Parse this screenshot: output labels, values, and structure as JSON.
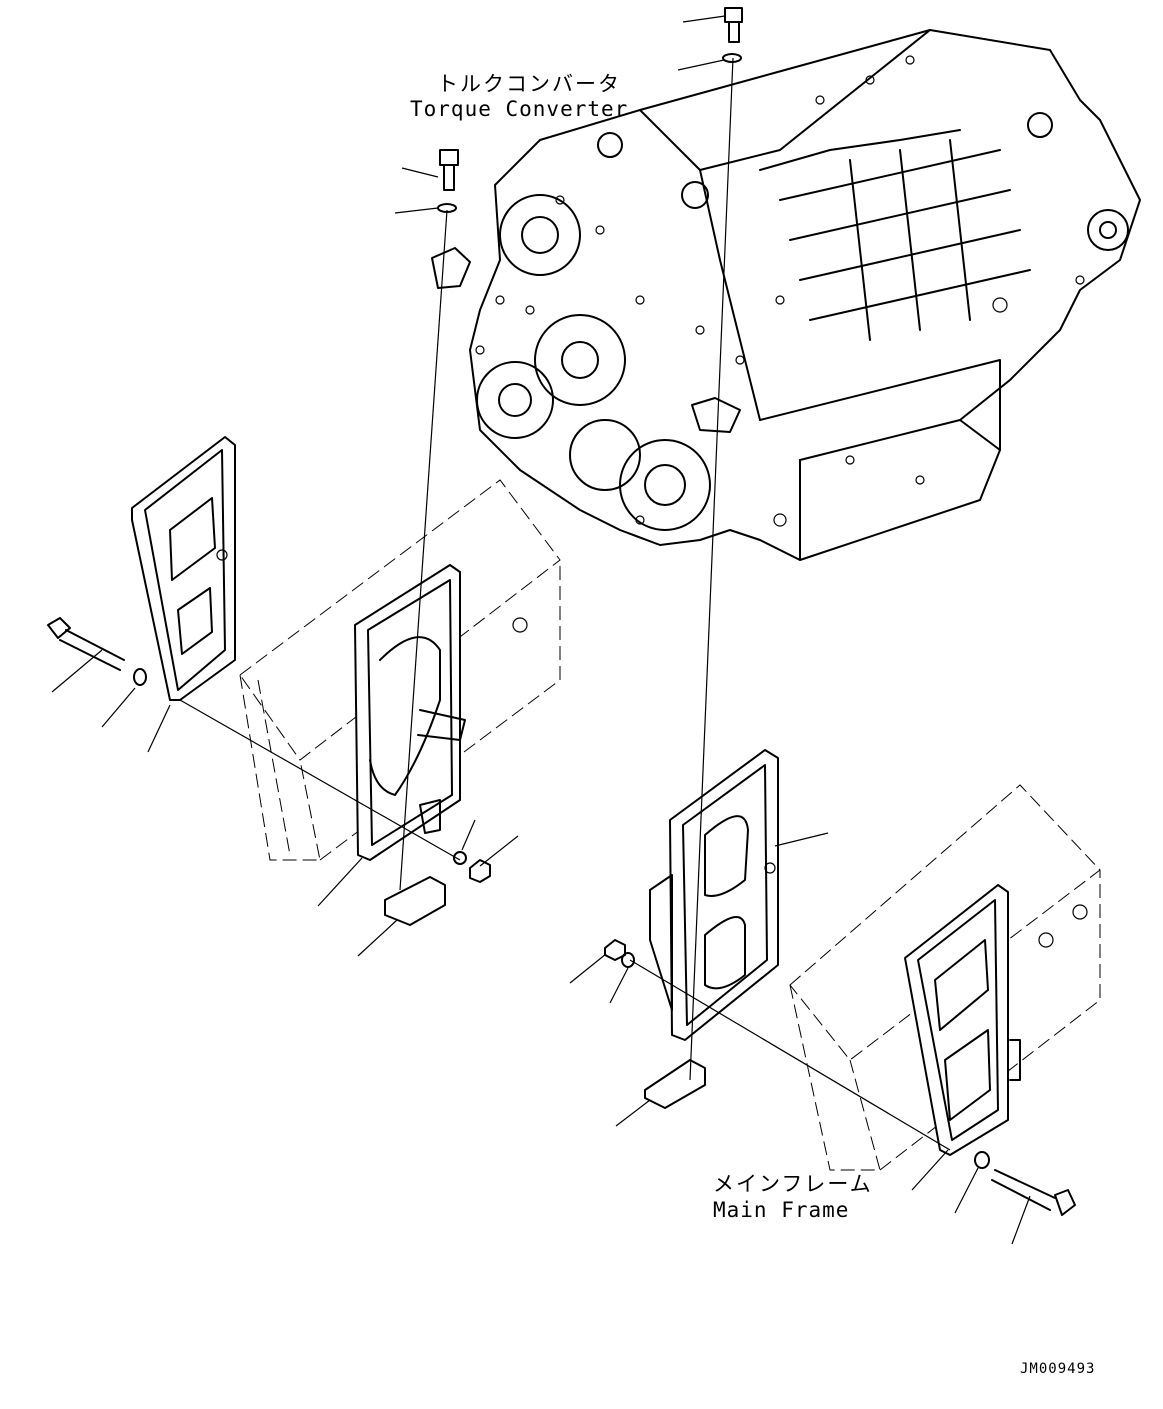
{
  "labels": {
    "torque_converter_jp": "トルクコンバータ",
    "torque_converter_en": "Torque Converter",
    "main_frame_jp": "メインフレーム",
    "main_frame_en": "Main Frame"
  },
  "drawing_code": "JM009493",
  "colors": {
    "line": "#000000",
    "background": "#ffffff"
  }
}
